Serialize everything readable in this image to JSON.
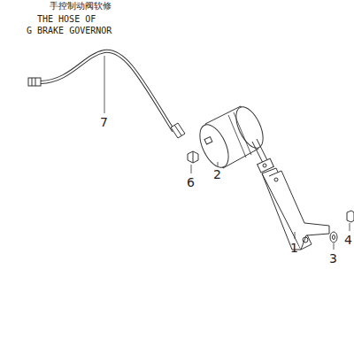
{
  "diagram": {
    "labels": [
      "手控制动阀软修",
      "THE HOSE OF",
      "G BRAKE GOVERNOR",
      "7",
      "6",
      "2",
      "1",
      "3",
      "4"
    ]
  }
}
